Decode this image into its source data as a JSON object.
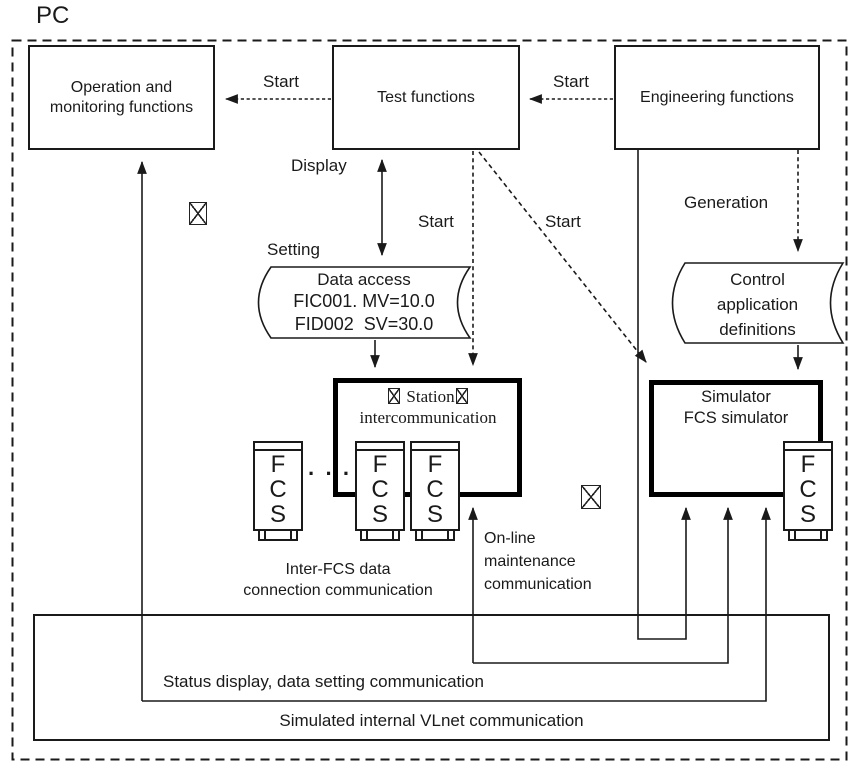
{
  "title": "PC",
  "nodes": {
    "operation": {
      "label": "Operation and\nmonitoring functions"
    },
    "test": {
      "label": "Test functions"
    },
    "engineering": {
      "label": "Engineering functions"
    },
    "data_access": {
      "title": "Data access",
      "rows": [
        "FIC001. MV=10.0",
        "FID002  SV=30.0"
      ]
    },
    "control_definitions": {
      "label": "Control\napplication\ndefinitions"
    },
    "station": {
      "word": "Station",
      "line2": "intercommunication"
    },
    "simulator": {
      "label": "Simulator\nFCS simulator"
    },
    "fcs_letters": [
      "F",
      "C",
      "S"
    ],
    "ellipsis": "· · ·"
  },
  "edge_labels": {
    "start_test_to_operation": "Start",
    "start_engineering_to_test": "Start",
    "display": "Display",
    "setting": "Setting",
    "start_test_to_station": "Start",
    "start_test_to_simulator": "Start",
    "generation": "Generation"
  },
  "communication_labels": {
    "inter_fcs": "Inter-FCS data\nconnection communication",
    "online_maintenance": "On-line\nmaintenance\ncommunication",
    "status_display": "Status display, data setting communication",
    "vlnet": "Simulated internal VLnet communication"
  },
  "colors": {
    "line": "#1a1a1a",
    "background": "#ffffff"
  }
}
